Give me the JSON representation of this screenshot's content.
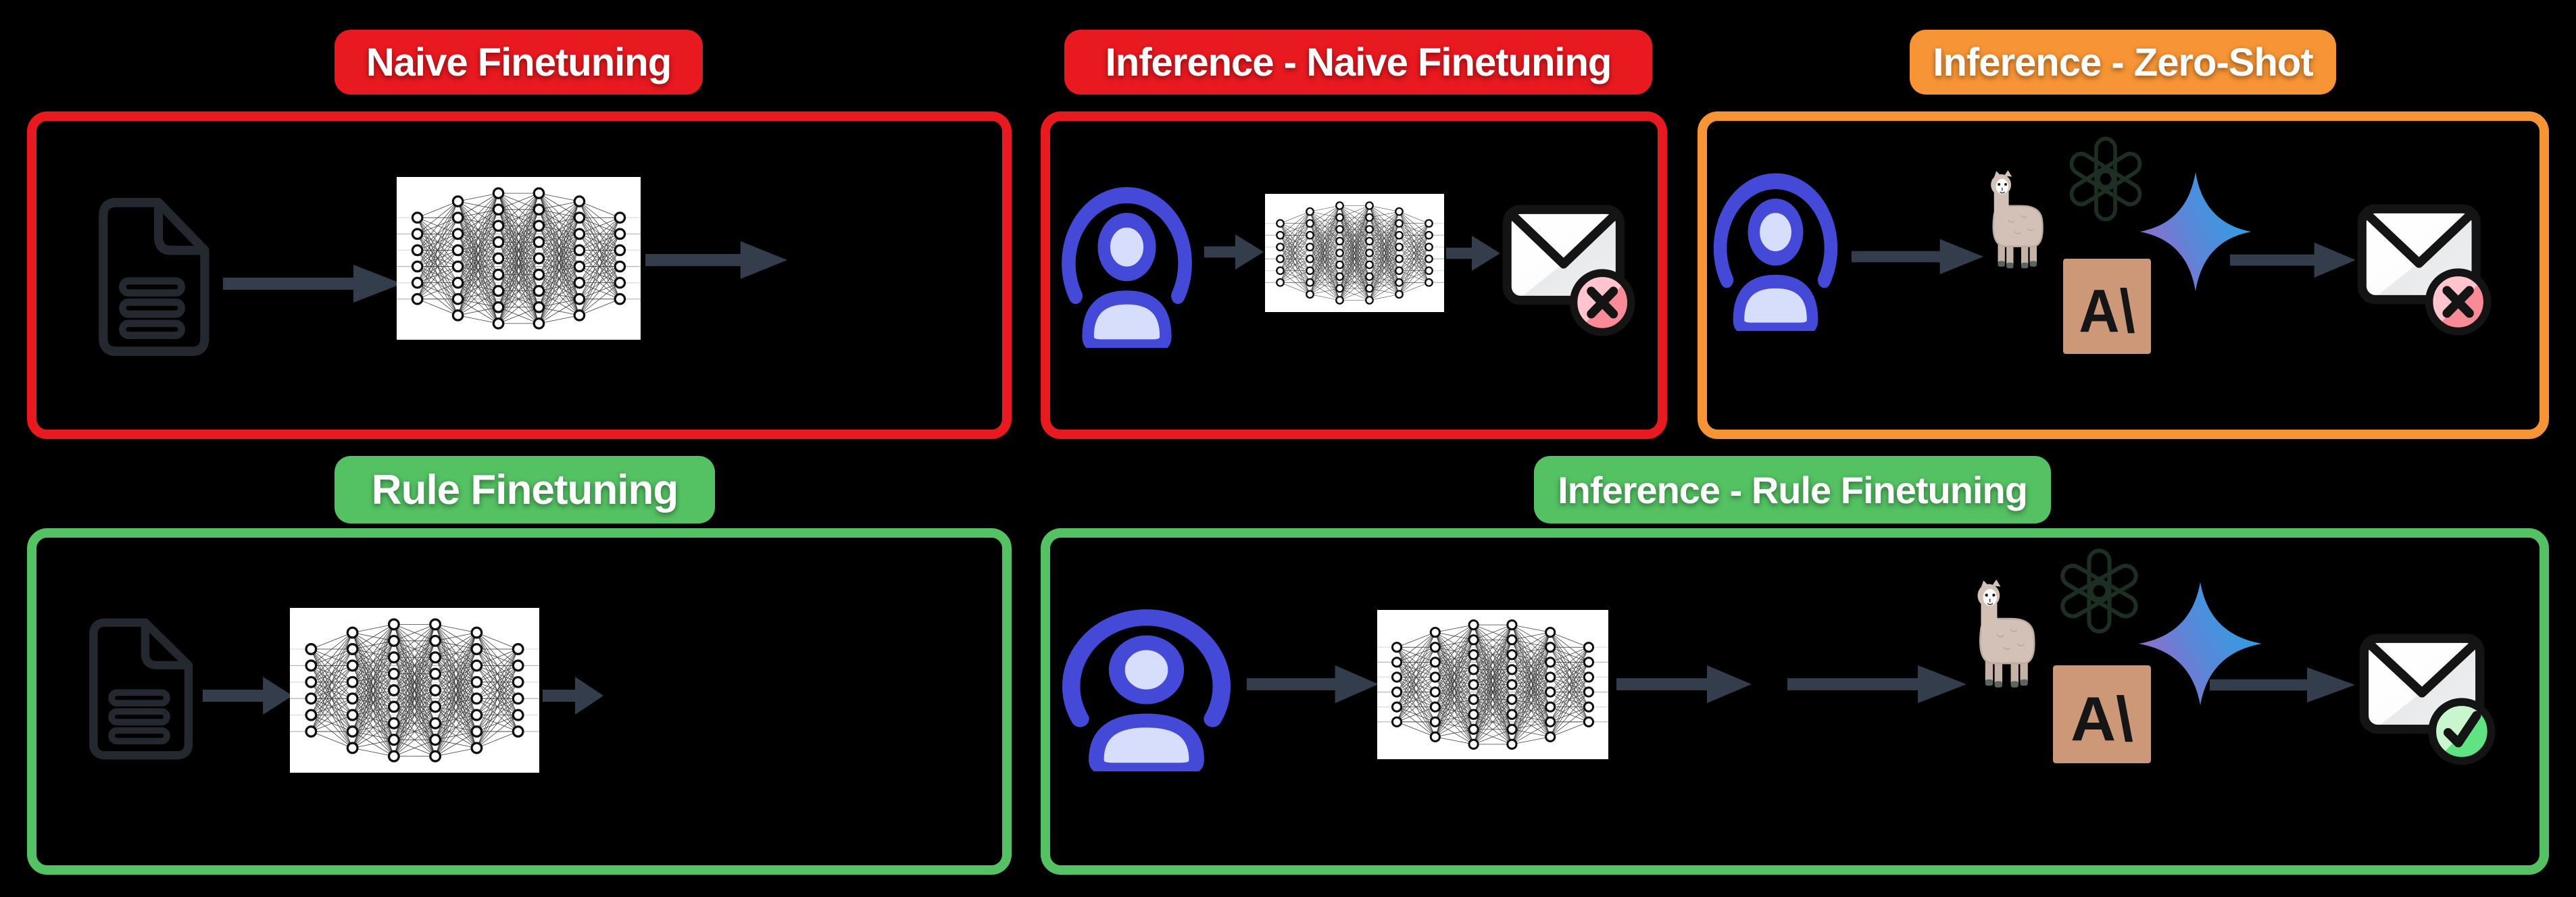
{
  "diagram_title": "Naive vs Rule Finetuning pipelines",
  "colors": {
    "background": "#000000",
    "red": "#e8191f",
    "orange": "#f79435",
    "green": "#54c163",
    "arrow": "#343d4b",
    "document": "#24282f",
    "user": "#4449d8",
    "userFill": "#d7defb",
    "openai": "#1d2f22",
    "anthropic": "#cc9877",
    "llamaBody": "#d3c1b7",
    "llamaShade": "#c6b3a8",
    "llamaHoof": "#5a6460",
    "badgeErrA": "#ffc4cd",
    "badgeErrB": "#f98b98",
    "badgeOkA": "#c9f5cf",
    "badgeOkB": "#5fe383",
    "envelopeOutline": "#141414",
    "nnNode": "#101010",
    "nnEdge": "#3c3c3c"
  },
  "icons": {
    "document-icon": "training data document",
    "neural-network": "multilayer perceptron image on white card",
    "user-icon": "user / person in focus arc",
    "flow-arrow": "right-pointing flow arrow",
    "llama-icon": "llama (Llama model mascot)",
    "openai-icon": "OpenAI hexagonal knot logo",
    "anthropic-icon": "Anthropic square logomark A\\",
    "gemini-icon": "Gemini four-point gradient sparkle",
    "envelope-error-icon": "email envelope with red cross badge",
    "envelope-ok-icon": "email envelope with green check badge"
  },
  "panels": [
    {
      "label": "Naive Finetuning",
      "color": "#e8191f",
      "flow": [
        "document-icon",
        "flow-arrow",
        "neural-network",
        "flow-arrow"
      ]
    },
    {
      "label": "Inference - Naive Finetuning",
      "color": "#e8191f",
      "flow": [
        "user-icon",
        "flow-arrow",
        "neural-network",
        "flow-arrow",
        "envelope-error-icon"
      ]
    },
    {
      "label": "Inference - Zero-Shot",
      "color": "#f79435",
      "flow": [
        "user-icon",
        "flow-arrow",
        "llama-icon",
        "openai-icon",
        "anthropic-icon",
        "gemini-icon",
        "flow-arrow",
        "envelope-error-icon"
      ]
    },
    {
      "label": "Rule Finetuning",
      "color": "#54c163",
      "flow": [
        "document-icon",
        "flow-arrow",
        "neural-network",
        "flow-arrow"
      ]
    },
    {
      "label": "Inference - Rule Finetuning",
      "color": "#54c163",
      "flow": [
        "user-icon",
        "flow-arrow",
        "neural-network",
        "flow-arrow",
        "flow-arrow",
        "llama-icon",
        "openai-icon",
        "anthropic-icon",
        "gemini-icon",
        "flow-arrow",
        "envelope-ok-icon"
      ]
    }
  ],
  "neural_network_layers": [
    6,
    8,
    9,
    9,
    8,
    6
  ]
}
